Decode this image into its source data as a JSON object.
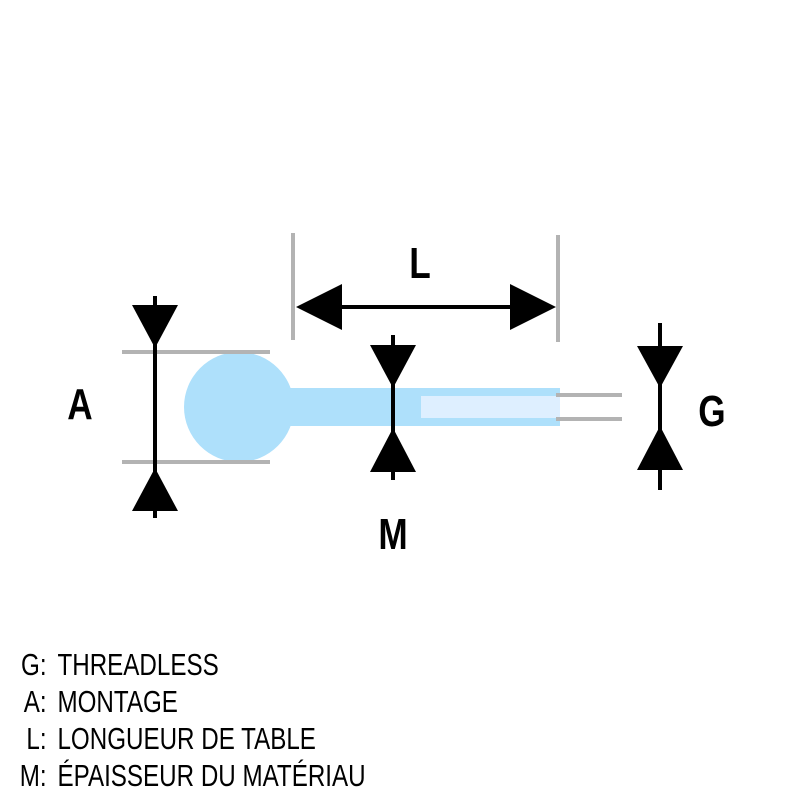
{
  "dimension_labels": {
    "L": "L",
    "A": "A",
    "M": "M",
    "G": "G"
  },
  "colors": {
    "part": "#aee0fb",
    "inner": "#deefff",
    "extension": "#b3b3b3",
    "dimension": "#000000"
  },
  "legend": [
    {
      "key": "G:",
      "text": "THREADLESS"
    },
    {
      "key": "A:",
      "text": "MONTAGE"
    },
    {
      "key": "L:",
      "text": "LONGUEUR DE TABLE"
    },
    {
      "key": "M:",
      "text": "ÉPAISSEUR DU MATÉRIAU"
    }
  ]
}
